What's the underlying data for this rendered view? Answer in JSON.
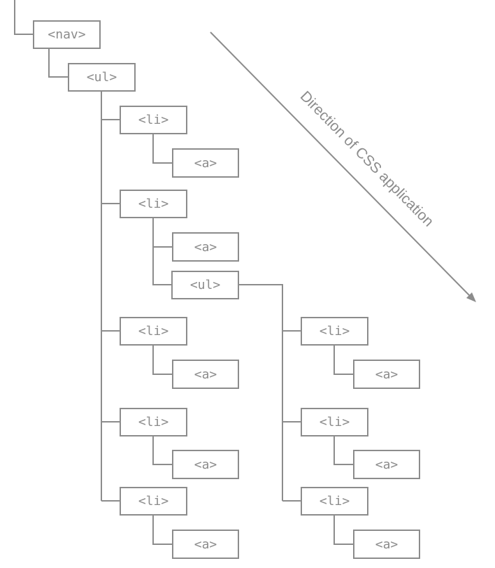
{
  "diagram": {
    "nodes": {
      "nav": "<nav>",
      "ul_root": "<ul>",
      "li_1": "<li>",
      "a_1": "<a>",
      "li_2": "<li>",
      "a_2": "<a>",
      "ul_sub": "<ul>",
      "li_3": "<li>",
      "a_3": "<a>",
      "li_4": "<li>",
      "a_4": "<a>",
      "li_5": "<li>",
      "a_5": "<a>",
      "li_sub_1": "<li>",
      "a_sub_1": "<a>",
      "li_sub_2": "<li>",
      "a_sub_2": "<a>",
      "li_sub_3": "<li>",
      "a_sub_3": "<a>"
    },
    "arrow_label": "Direction of CSS application",
    "colors": {
      "stroke": "#8c8c8c",
      "background": "#ffffff"
    }
  }
}
